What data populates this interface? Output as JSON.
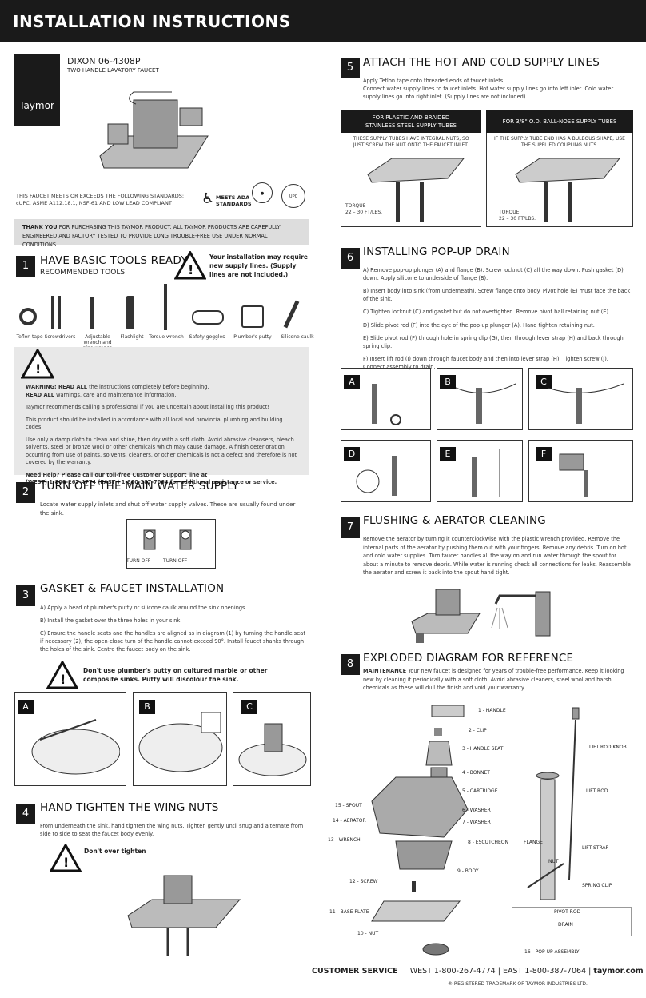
{
  "header": {
    "title": "INSTALLATION INSTRUCTIONS"
  },
  "product": {
    "brand": "Taymor",
    "model": "DIXON 06-4308P",
    "name": "TWO HANDLE LAVATORY FAUCET",
    "standards_1": "THIS FAUCET MEETS OR EXCEEDS THE FOLLOWING STANDARDS:",
    "standards_2": "cUPC, ASME A112.18.1, NSF-61 AND LOW LEAD COMPLIANT",
    "ada": "MEETS ADA STANDARDS",
    "thank_bold": "THANK YOU",
    "thank_1": "FOR PURCHASING THIS TAYMOR PRODUCT. ALL TAYMOR PRODUCTS ARE  CAREFULLY",
    "thank_2": "ENGINEERED AND FACTORY TESTED TO PROVIDE LONG TROUBLE-FREE USE UNDER NORMAL CONDITIONS."
  },
  "s1": {
    "num": "1",
    "title": "HAVE BASIC TOOLS READY",
    "sub": "RECOMMENDED TOOLS:",
    "warn": "Your installation may require new supply lines. (Supply lines are not included.)",
    "tools": [
      "Teflon tape",
      "Screwdrivers",
      "Adjustable wrench and pipe wrench",
      "Flashlight",
      "Torque wrench",
      "Safety goggles",
      "Plumber's putty",
      "Silicone caulk"
    ]
  },
  "warning": {
    "l1b": "WARNING: READ ALL",
    "l1": "the instructions completely before beginning.",
    "l2b": "READ ALL",
    "l2": "warnings, care and maintenance information.",
    "p1": "Taymor recommends calling a professional if you are uncertain about installing this product!",
    "p2": "This product should be installed in accordance with all local and provincial plumbing and building codes.",
    "p3": "Use only a  damp cloth to clean and shine, then dry with a soft cloth. Avoid abrasive cleansers, bleach solvents, steel or bronze wool or other chemicals which may cause damage. A finish deterioration occurring from use of paints, solvents, cleaners, or other chemicals is not a defect and therefore is not covered by the warranty.",
    "help": "Need Help? Please call our toll-free Customer Support line at",
    "phones": "(WEST) 1-800-267-4774    (EAST ) 1-800-387-7064 for additional assistance or service."
  },
  "s2": {
    "num": "2",
    "title": "TURN OFF THE MAIN WATER SUPPLY",
    "text": "Locate water supply inlets and shut off water supply valves. These are usually found under the sink.",
    "cap1": "TURN OFF",
    "cap2": "TURN OFF"
  },
  "s3": {
    "num": "3",
    "title": "GASKET & FAUCET INSTALLATION",
    "a": "A) Apply a bead of plumber's putty or silicone caulk around the sink openings.",
    "b": "B) Install the gasket over the three holes in your sink.",
    "c": "C) Ensure the handle seats and the handles are aligned as in diagram (1) by turning the handle seat if necessary (2), the open-close turn of the handle cannot exceed 90°. Install faucet shanks through the holes of the sink. Centre the faucet body on the sink.",
    "warn": "Don't use plumber's putty on cultured marble or other composite sinks. Putty will discolour the sink.",
    "labels": [
      "A",
      "B",
      "C"
    ]
  },
  "s4": {
    "num": "4",
    "title": "HAND TIGHTEN THE WING NUTS",
    "text": "From underneath the sink, hand tighten the wing nuts. Tighten gently until snug and alternate from side to side to seat the faucet body evenly.",
    "warn": "Don't over tighten"
  },
  "s5": {
    "num": "5",
    "title": "ATTACH THE HOT AND COLD SUPPLY LINES",
    "t1": "Apply Teflon tape onto threaded ends of faucet inlets.",
    "t2": "Connect  water supply lines to faucet inlets. Hot water supply lines go into left inlet. Cold water supply lines go into right inlet. (Supply lines are not included).",
    "box1_title": "FOR PLASTIC AND BRAIDED STAINLESS STEEL SUPPLY TUBES",
    "box1_text": "THESE SUPPLY TUBES HAVE INTEGRAL NUTS, SO JUST SCREW THE NUT ONTO THE FAUCET INLET.",
    "box2_title": "FOR 3/8\" O.D. BALL-NOSE SUPPLY TUBES",
    "box2_text": "IF THE SUPPLY TUBE END HAS A BULBOUS SHAPE, USE THE SUPPLIED COUPLING NUTS.",
    "torque": "TORQUE",
    "torque_val": "22 – 30 FT/LBS."
  },
  "s6": {
    "num": "6",
    "title": "INSTALLING POP-UP DRAIN",
    "steps": [
      "A) Remove pop-up plunger (A) and flange (B). Screw locknut (C) all the way down. Push gasket (D) down. Apply silicone to underside of flange (B).",
      "B) Insert body into sink (from underneath). Screw flange onto body. Pivot hole (E) must face the back of the sink.",
      "C) Tighten locknut (C) and gasket but do not overtighten. Remove pivot ball retaining nut (E).",
      "D) Slide pivot rod (F) into the eye of the pop-up plunger (A). Hand tighten retaining nut.",
      "E) Slide pivot rod (F) through hole in spring clip (G), then through lever strap (H) and back through spring clip.",
      "F) Insert lift rod (I) down through faucet body and then into lever strap (H). Tighten screw (J). Connect assembly to drain."
    ],
    "labels": [
      "A",
      "B",
      "C",
      "D",
      "E",
      "F"
    ]
  },
  "s7": {
    "num": "7",
    "title": "FLUSHING & AERATOR CLEANING",
    "text": "Remove the aerator by turning it counterclockwise with the plastic wrench provided. Remove the internal parts of the aerator by pushing them out with your fingers. Remove any debris. Turn on hot and cold water supplies. Turn faucet handles all the way on and run water through the spout for about a minute to remove debris. While water is running check all connections for leaks. Reassemble the aerator and screw it back into the spout hand tight."
  },
  "s8": {
    "num": "8",
    "title": "EXPLODED DIAGRAM FOR REFERENCE",
    "maint_b": "MAINTENANCE",
    "maint": "Your new faucet is designed for years of trouble-free performance. Keep it looking new by cleaning it periodically with a soft cloth. Avoid abrasive cleaners, steel wool and harsh chemicals as these will dull the finish and void your warranty.",
    "parts": [
      "1 - HANDLE",
      "2 - CLIP",
      "3 - HANDLE SEAT",
      "4 - BONNET",
      "5 - CARTRIDGE",
      "6 - WASHER",
      "7 - WASHER",
      "8 - ESCUTCHEON",
      "9 - BODY",
      "10 - NUT",
      "11 - BASE PLATE",
      "12 - SCREW",
      "13 - WRENCH",
      "14 - AERATOR",
      "15 - SPOUT"
    ],
    "popup": [
      "LIFT ROD KNOB",
      "LIFT ROD",
      "FLANGE",
      "NUT",
      "LIFT STRAP",
      "SPRING CLIP",
      "PIVOT ROD",
      "DRAIN",
      "16 - POP-UP ASSEMBLY"
    ]
  },
  "footer": {
    "cs": "CUSTOMER SERVICE",
    "west": "WEST 1-800-267-4774",
    "east": "EAST 1-800-387-7064",
    "site": "taymor.com",
    "tm": "® REGISTERED TRADEMARK OF TAYMOR INDUSTRIES LTD."
  }
}
